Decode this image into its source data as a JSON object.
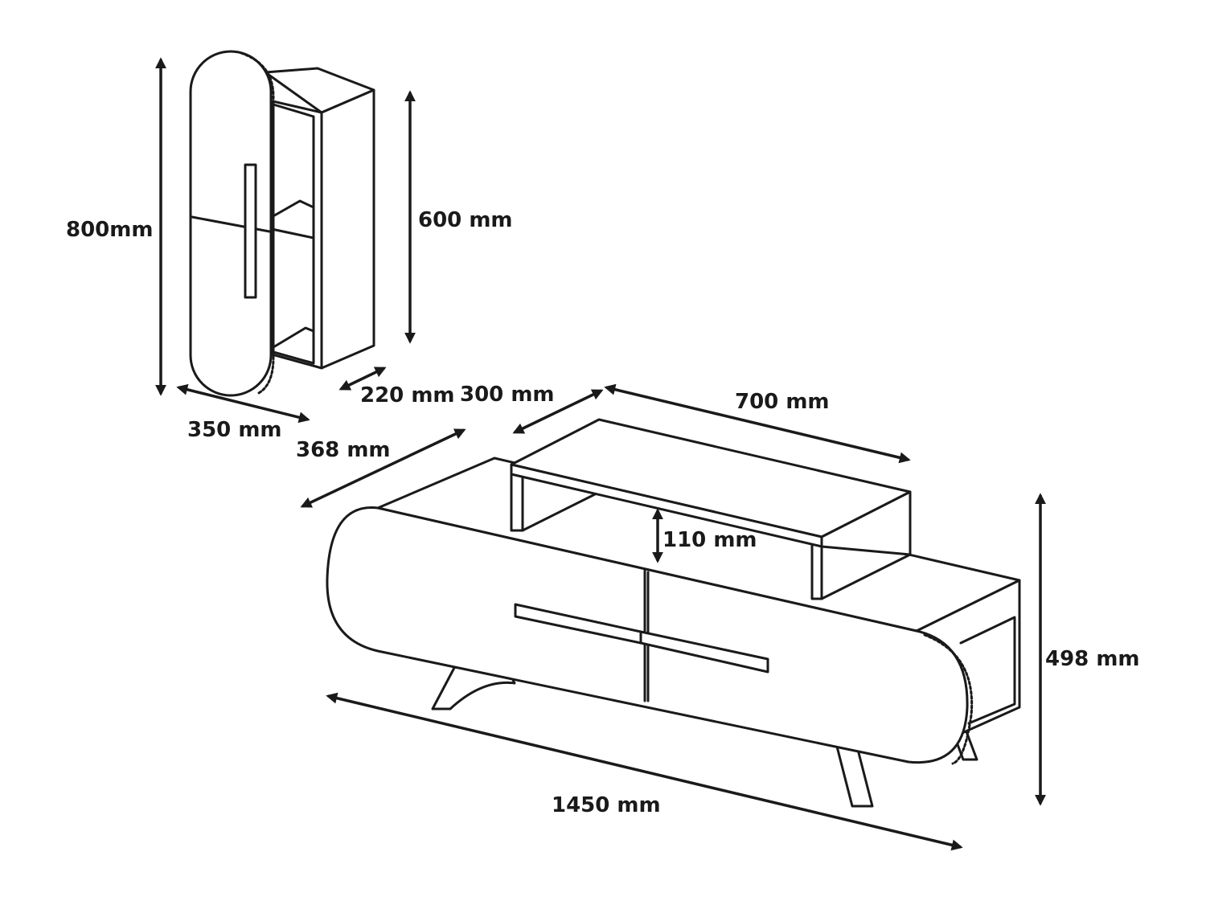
{
  "dimensions": {
    "wall_cabinet": {
      "height": "800mm",
      "inner_height": "600 mm",
      "width": "350 mm",
      "depth": "220 mm",
      "top_depth": "300 mm"
    },
    "tv_unit": {
      "depth": "368 mm",
      "shelf_width": "700 mm",
      "shelf_gap": "110 mm",
      "height": "498 mm",
      "length": "1450 mm"
    }
  },
  "colors": {
    "stroke": "#1a1a1a",
    "background": "#ffffff"
  }
}
